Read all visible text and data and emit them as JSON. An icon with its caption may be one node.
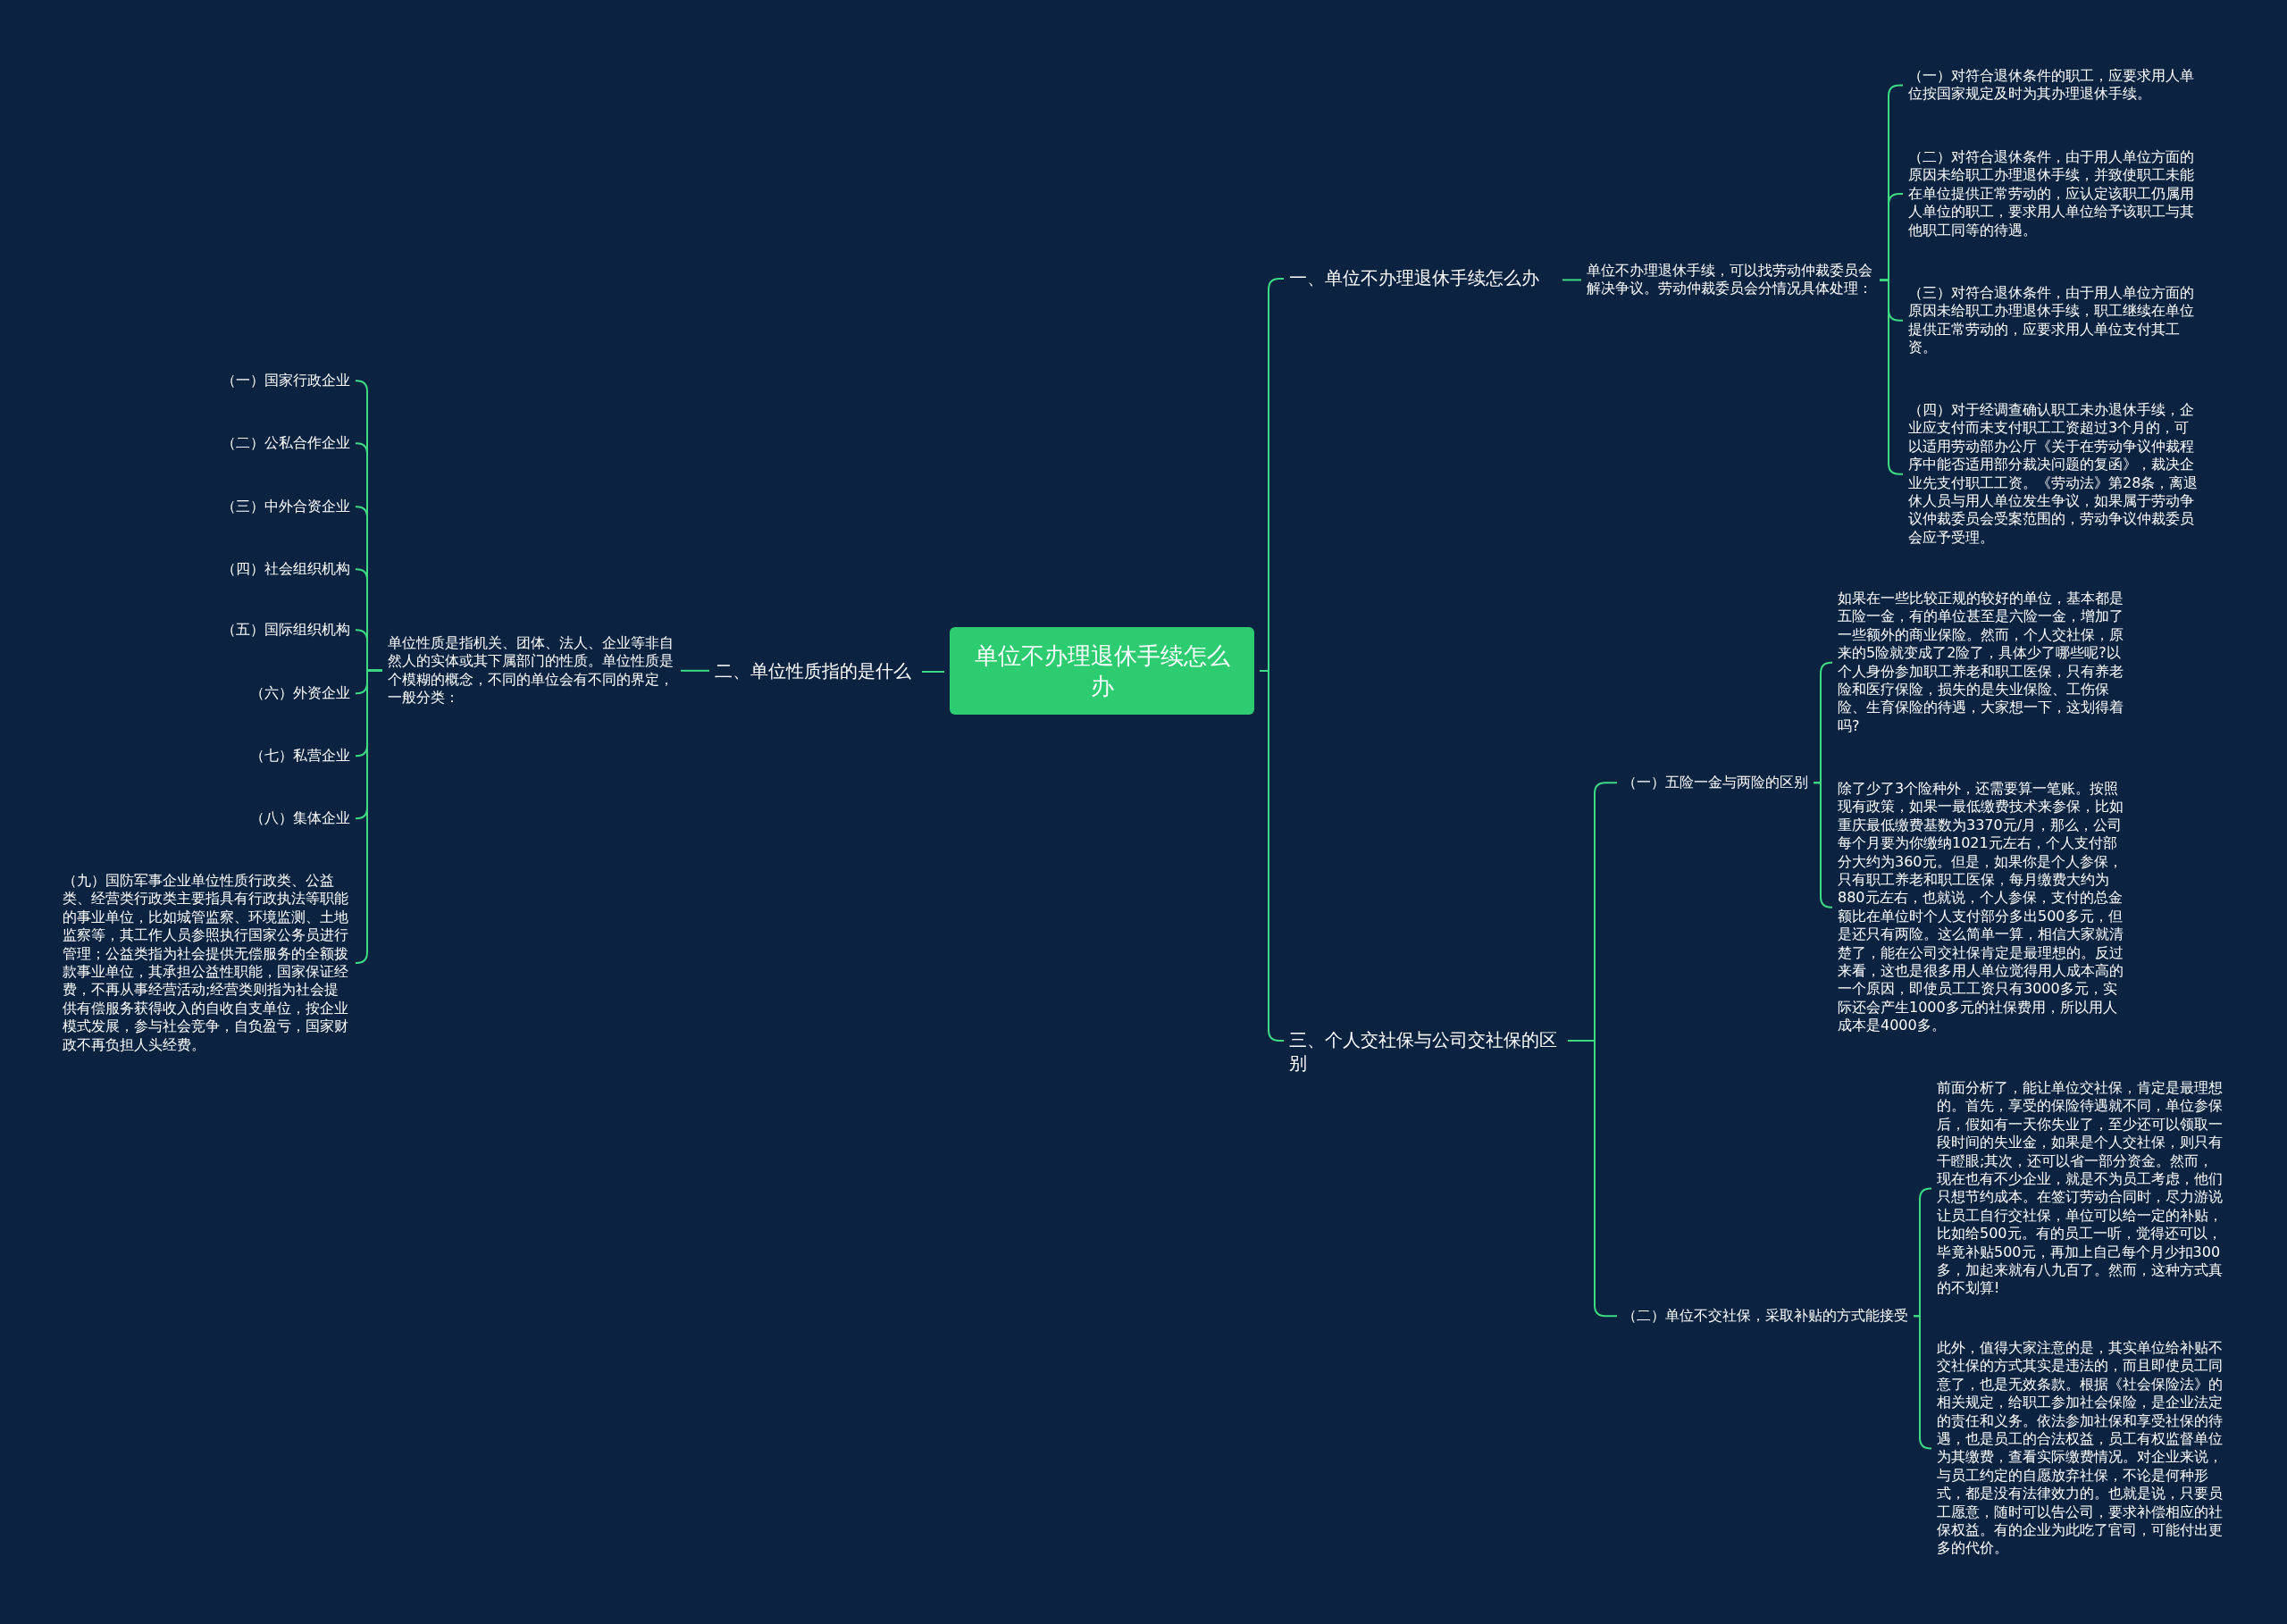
{
  "diagram": {
    "nodes": [
      {
        "text": [
          "单位不办理退休手续怎么办"
        ]
      },
      {
        "text": [
          "一、单位不办理退休手续怎么办"
        ]
      },
      {
        "text": [
          "单位不办理退休手续，可以找劳动仲裁委员会解决争议。劳动仲裁委员会分情况具体处理："
        ]
      },
      {
        "text": [
          "（一）对符合退休条件的职工，应要求用人单位按国家规定及时为其办理退休手续。"
        ]
      },
      {
        "text": [
          "（二）对符合退休条件，由于用人单位方面的原因未给职工办理退休手续，并致使职工未能在单位提供正常劳动的，应认定该职工仍属用人单位的职工，要求用人单位给予该职工与其他职工同等的待遇。"
        ]
      },
      {
        "text": [
          "（三）对符合退休条件，由于用人单位方面的原因未给职工办理退休手续，职工继续在单位提供正常劳动的，应要求用人单位支付其工资。"
        ]
      },
      {
        "text": [
          "（四）对于经调查确认职工未办退休手续，企业应支付而未支付职工工资超过3个月的，可以适用劳动部办公厅《关于在劳动争议仲裁程序中能否适用部分裁决问题的复函》，裁决企业先支付职工工资。《劳动法》第28条，离退休人员与用人单位发生争议，如果属于劳动争议仲裁委员会受案范围的，劳动争议仲裁委员会应予受理。"
        ]
      },
      {
        "text": [
          "二、单位性质指的是什么"
        ]
      },
      {
        "text": [
          "单位性质是指机关、团体、法人、企业等非自然人的实体或其下属部门的性质。单位性质是个模糊的概念，不同的单位会有不同的界定，一般分类："
        ]
      },
      {
        "text": [
          "（一）国家行政企业"
        ]
      },
      {
        "text": [
          "（二）公私合作企业"
        ]
      },
      {
        "text": [
          "（三）中外合资企业"
        ]
      },
      {
        "text": [
          "（四）社会组织机构"
        ]
      },
      {
        "text": [
          "（五）国际组织机构"
        ]
      },
      {
        "text": [
          "（六）外资企业"
        ]
      },
      {
        "text": [
          "（七）私营企业"
        ]
      },
      {
        "text": [
          "（八）集体企业"
        ]
      },
      {
        "text": [
          "（九）国防军事企业单位性质行政类、公益类、经营类行政类主要指具有行政执法等职能的事业单位，比如城管监察、环境监测、土地监察等，其工作人员参照执行国家公务员进行管理；公益类指为社会提供无偿服务的全额拨款事业单位，其承担公益性职能，国家保证经费，不再从事经营活动;经营类则指为社会提供有偿服务获得收入的自收自支单位，按企业模式发展，参与社会竞争，自负盈亏，国家财政不再负担人头经费。"
        ]
      },
      {
        "text": [
          "三、个人交社保与公司交社保的区别"
        ]
      },
      {
        "text": [
          "（一）五险一金与两险的区别"
        ]
      },
      {
        "text": [
          "如果在一些比较正规的较好的单位，基本都是五险一金，有的单位甚至是六险一金，增加了一些额外的商业保险。然而，个人交社保，原来的5险就变成了2险了，具体少了哪些呢?以个人身份参加职工养老和职工医保，只有养老险和医疗保险，损失的是失业保险、工伤保险、生育保险的待遇，大家想一下，这划得着吗?"
        ]
      },
      {
        "text": [
          "除了少了3个险种外，还需要算一笔账。按照现有政策，如果一最低缴费技术来参保，比如重庆最低缴费基数为3370元/月，那么，公司每个月要为你缴纳1021元左右，个人支付部分大约为360元。但是，如果你是个人参保，只有职工养老和职工医保，每月缴费大约为880元左右，也就说，个人参保，支付的总金额比在单位时个人支付部分多出500多元，但是还只有两险。这么简单一算，相信大家就清楚了，能在公司交社保肯定是最理想的。反过来看，这也是很多用人单位觉得用人成本高的一个原因，即使员工工资只有3000多元，实际还会产生1000多元的社保费用，所以用人成本是4000多。"
        ]
      },
      {
        "text": [
          "（二）单位不交社保，采取补贴的方式能接受"
        ]
      },
      {
        "text": [
          "前面分析了，能让单位交社保，肯定是最理想的。首先，享受的保险待遇就不同，单位参保后，假如有一天你失业了，至少还可以领取一段时间的失业金，如果是个人交社保，则只有干瞪眼;其次，还可以省一部分资金。然而，现在也有不少企业，就是不为员工考虑，他们只想节约成本。在签订劳动合同时，尽力游说让员工自行交社保，单位可以给一定的补贴，比如给500元。有的员工一听，觉得还可以，毕竟补贴500元，再加上自己每个月少扣300多，加起来就有八九百了。然而，这种方式真的不划算!"
        ]
      },
      {
        "text": [
          "此外，值得大家注意的是，其实单位给补贴不交社保的方式其实是违法的，而且即使员工同意了，也是无效条款。根据《社会保险法》的相关规定，给职工参加社会保险，是企业法定的责任和义务。依法参加社保和享受社保的待遇，也是员工的合法权益，员工有权监督单位为其缴费，查看实际缴费情况。对企业来说，与员工约定的自愿放弃社保，不论是何种形式，都是没有法律效力的。也就是说，只要员工愿意，随时可以告公司，要求补偿相应的社保权益。有的企业为此吃了官司，可能付出更多的代价。"
        ]
      }
    ],
    "edges": [
      {
        "from": 0,
        "to": 1,
        "arrow": "none"
      },
      {
        "from": 1,
        "to": 2,
        "arrow": "none"
      },
      {
        "from": 2,
        "to": 3,
        "arrow": "none"
      },
      {
        "from": 2,
        "to": 4,
        "arrow": "none"
      },
      {
        "from": 2,
        "to": 5,
        "arrow": "none"
      },
      {
        "from": 2,
        "to": 6,
        "arrow": "none"
      },
      {
        "from": 0,
        "to": 7,
        "arrow": "none"
      },
      {
        "from": 7,
        "to": 8,
        "arrow": "none"
      },
      {
        "from": 8,
        "to": 9,
        "arrow": "none"
      },
      {
        "from": 8,
        "to": 10,
        "arrow": "none"
      },
      {
        "from": 8,
        "to": 11,
        "arrow": "none"
      },
      {
        "from": 8,
        "to": 12,
        "arrow": "none"
      },
      {
        "from": 8,
        "to": 13,
        "arrow": "none"
      },
      {
        "from": 8,
        "to": 14,
        "arrow": "none"
      },
      {
        "from": 8,
        "to": 15,
        "arrow": "none"
      },
      {
        "from": 8,
        "to": 16,
        "arrow": "none"
      },
      {
        "from": 8,
        "to": 17,
        "arrow": "none"
      },
      {
        "from": 0,
        "to": 18,
        "arrow": "none"
      },
      {
        "from": 18,
        "to": 19,
        "arrow": "none"
      },
      {
        "from": 19,
        "to": 20,
        "arrow": "none"
      },
      {
        "from": 19,
        "to": 21,
        "arrow": "none"
      },
      {
        "from": 18,
        "to": 22,
        "arrow": "none"
      },
      {
        "from": 22,
        "to": 23,
        "arrow": "none"
      },
      {
        "from": 22,
        "to": 24,
        "arrow": "none"
      }
    ]
  }
}
